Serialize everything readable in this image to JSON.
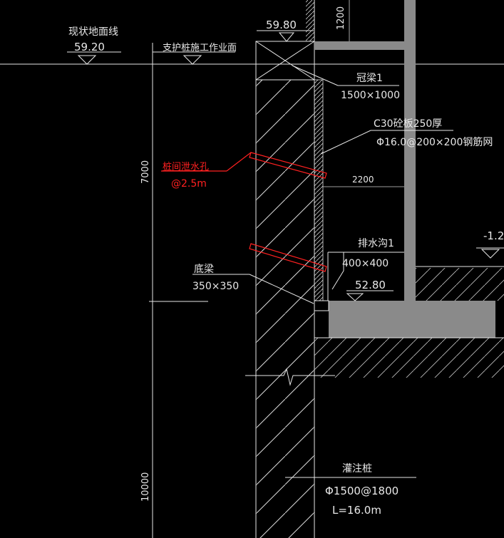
{
  "labels": {
    "existing_ground_line": "现状地面线",
    "existing_ground_elev": "59.20",
    "pile_work_surface": "支护桩施工作业面",
    "top_elev": "59.80",
    "dim_top_vertical": "1200",
    "crown_beam_name": "冠梁1",
    "crown_beam_size": "1500×1000",
    "slab_spec": "C30砼板250厚",
    "slab_rebar": "Φ16.0@200×200钢筋网",
    "drain_hole_name": "桩间泄水孔",
    "drain_hole_spacing": "@2.5m",
    "dim_upper_vertical": "7000",
    "dim_horizontal": "2200",
    "elev_right_partial": "-1.2",
    "drainage_ditch_name": "排水沟1",
    "drainage_ditch_size": "400×400",
    "bottom_beam_name": "底梁",
    "bottom_beam_size": "350×350",
    "bottom_elev": "52.80",
    "pile_name": "灌注桩",
    "pile_spec": "Φ1500@1800",
    "pile_length": "L=16.0m",
    "dim_lower_vertical": "10000"
  },
  "colors": {
    "background": "#000000",
    "lines": "#e6e6e6",
    "highlight_red": "#ff2020",
    "structure_gray": "#8a8a8a"
  }
}
